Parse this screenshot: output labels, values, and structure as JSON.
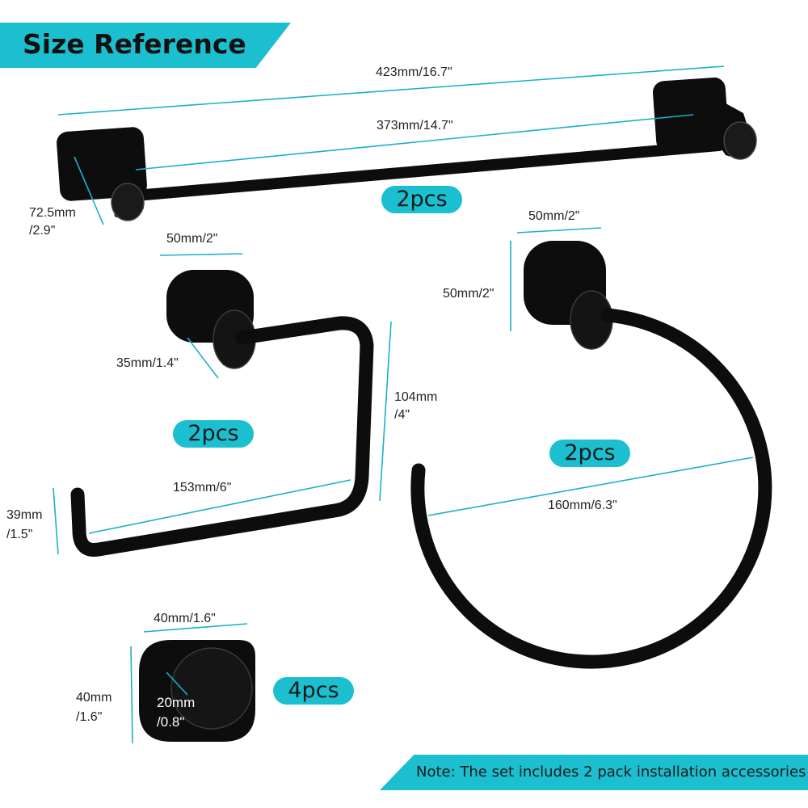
{
  "header": {
    "title": "Size Reference"
  },
  "footer": {
    "note": "Note: The set includes 2 pack installation accessories"
  },
  "towel_bar": {
    "overall_length": "423mm/16.7\"",
    "bar_length": "373mm/14.7\"",
    "depth_line1": "72.5mm",
    "depth_line2": "/2.9\"",
    "quantity": "2pcs"
  },
  "paper_holder": {
    "base_width": "50mm/2\"",
    "post_diameter": "35mm/1.4\"",
    "arm_length": "153mm/6\"",
    "height_line1": "104mm",
    "height_line2": "/4\"",
    "tip_line1": "39mm",
    "tip_line2": "/1.5\"",
    "quantity": "2pcs"
  },
  "towel_ring": {
    "base_width": "50mm/2\"",
    "base_height": "50mm/2\"",
    "ring_width": "160mm/6.3\"",
    "quantity": "2pcs"
  },
  "robe_hook": {
    "width": "40mm/1.6\"",
    "height_line1": "40mm",
    "height_line2": "/1.6\"",
    "knob_line1": "20mm",
    "knob_line2": "/0.8\"",
    "quantity": "4pcs"
  },
  "colors": {
    "accent": "#1bbfcf",
    "metal": "#0d0d0d",
    "dimension": "#1bb0c8"
  }
}
